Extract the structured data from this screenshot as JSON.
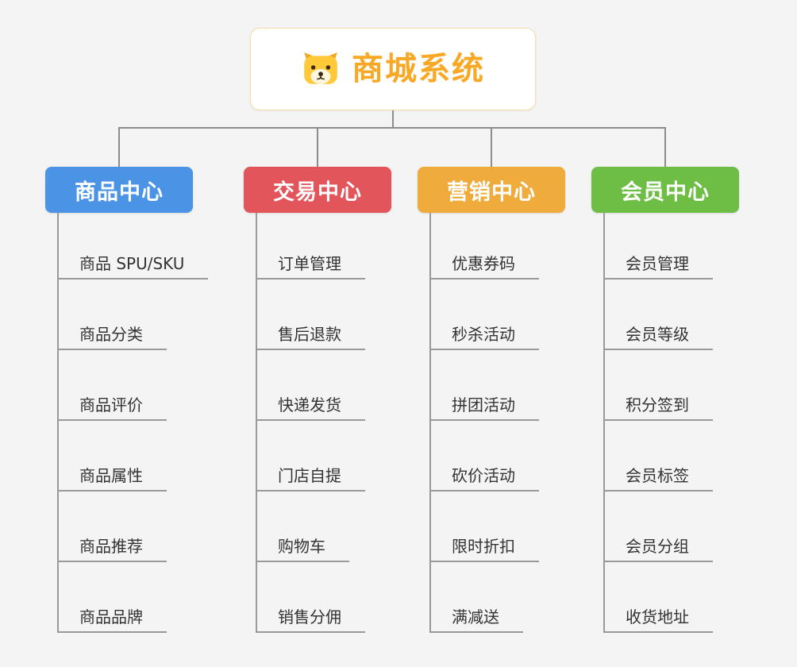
{
  "root": {
    "title": "商城系统",
    "title_color": "#f9a825",
    "border_color": "#f5dea8",
    "icon": "dog-icon"
  },
  "connector_color": "#8c8c8c",
  "child_line_color": "#999999",
  "child_text_color": "#333333",
  "branches": [
    {
      "label": "商品中心",
      "color": "#4b94e5",
      "items": [
        "商品 SPU/SKU",
        "商品分类",
        "商品评价",
        "商品属性",
        "商品推荐",
        "商品品牌"
      ]
    },
    {
      "label": "交易中心",
      "color": "#e2555a",
      "items": [
        "订单管理",
        "售后退款",
        "快递发货",
        "门店自提",
        "购物车",
        "销售分佣"
      ]
    },
    {
      "label": "营销中心",
      "color": "#efac3c",
      "items": [
        "优惠券码",
        "秒杀活动",
        "拼团活动",
        "砍价活动",
        "限时折扣",
        "满减送"
      ]
    },
    {
      "label": "会员中心",
      "color": "#6ebe45",
      "items": [
        "会员管理",
        "会员等级",
        "积分签到",
        "会员标签",
        "会员分组",
        "收货地址"
      ]
    }
  ]
}
